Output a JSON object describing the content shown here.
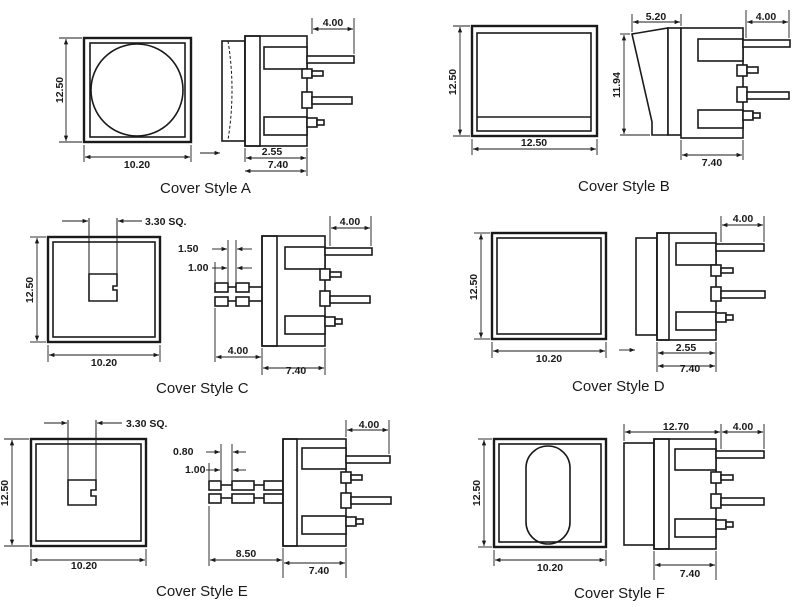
{
  "A": {
    "caption": "Cover Style A",
    "d_4_00": "4.00",
    "d_12_50": "12.50",
    "d_10_20": "10.20",
    "d_2_55": "2.55",
    "d_7_40": "7.40"
  },
  "B": {
    "caption": "Cover Style B",
    "d_5_20": "5.20",
    "d_4_00": "4.00",
    "d_12_50_v": "12.50",
    "d_11_94": "11.94",
    "d_12_50_h": "12.50",
    "d_7_40": "7.40"
  },
  "C": {
    "caption": "Cover Style C",
    "d_3_30": "3.30 SQ.",
    "d_4_00_top": "4.00",
    "d_1_50": "1.50",
    "d_1_00": "1.00",
    "d_12_50": "12.50",
    "d_10_20": "10.20",
    "d_4_00_bot": "4.00",
    "d_7_40": "7.40"
  },
  "D": {
    "caption": "Cover Style D",
    "d_4_00": "4.00",
    "d_12_50": "12.50",
    "d_10_20": "10.20",
    "d_2_55": "2.55",
    "d_7_40": "7.40"
  },
  "E": {
    "caption": "Cover Style E",
    "d_3_30": "3.30 SQ.",
    "d_4_00": "4.00",
    "d_0_80": "0.80",
    "d_1_00": "1.00",
    "d_12_50": "12.50",
    "d_10_20": "10.20",
    "d_8_50": "8.50",
    "d_7_40": "7.40"
  },
  "F": {
    "caption": "Cover Style F",
    "d_12_70": "12.70",
    "d_4_00": "4.00",
    "d_12_50": "12.50",
    "d_10_20": "10.20",
    "d_7_40": "7.40"
  }
}
